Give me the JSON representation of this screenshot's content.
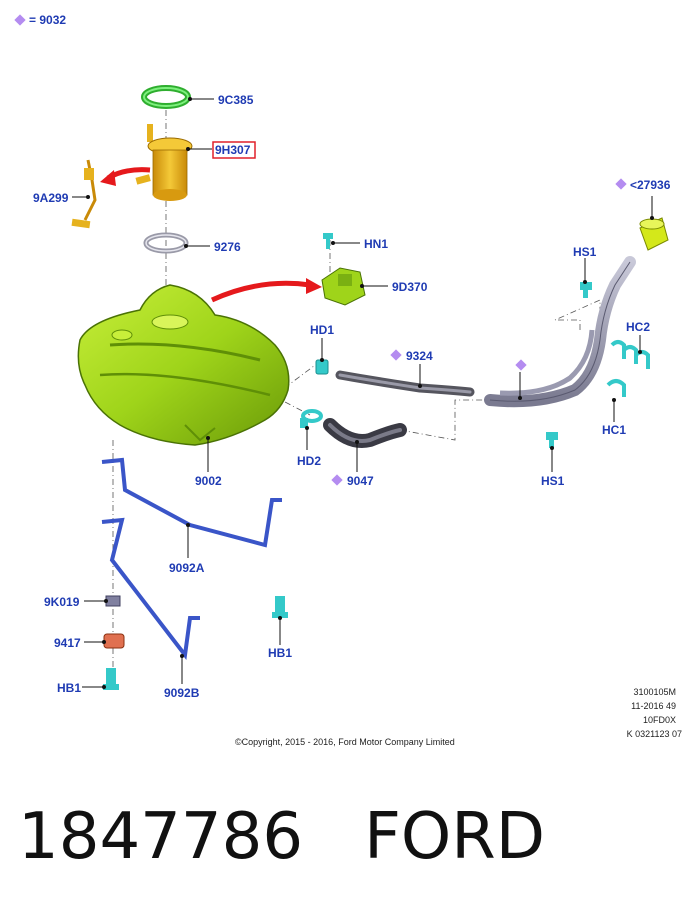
{
  "legend": {
    "equals": "= 9032"
  },
  "labels": {
    "c9C385": "9C385",
    "c9H307": "9H307",
    "c9A299": "9A299",
    "c9276": "9276",
    "c27936": "<27936",
    "cHN1": "HN1",
    "c9D370": "9D370",
    "cHS1a": "HS1",
    "cHC2": "HC2",
    "cHD1": "HD1",
    "c9324": "9324",
    "cHC1": "HC1",
    "cHD2": "HD2",
    "c9047": "9047",
    "cHS1b": "HS1",
    "c9002": "9002",
    "c9092A": "9092A",
    "c9K019": "9K019",
    "c9417": "9417",
    "cHB1a": "HB1",
    "cHB1b": "HB1",
    "c9092B": "9092B"
  },
  "meta": {
    "line1": "3100105M",
    "line2": "11-2016 49",
    "line3": "10FD0X",
    "line4": "K 0321123 07"
  },
  "copyright": "©Copyright, 2015 - 2016, Ford Motor Company Limited",
  "footer": {
    "part_number": "1847786",
    "brand": "FORD"
  },
  "colors": {
    "label": "#1f3bb3",
    "diamond": "#b48cf0",
    "highlight_box": "#e0202a",
    "tank": "#9fd41a",
    "strap": "#3a55c8",
    "pipe": "#9a9ab0",
    "pump": "#e6b21e",
    "ring": "#5cd65c",
    "clip": "#34c9c9",
    "arrow": "#e5191c"
  }
}
